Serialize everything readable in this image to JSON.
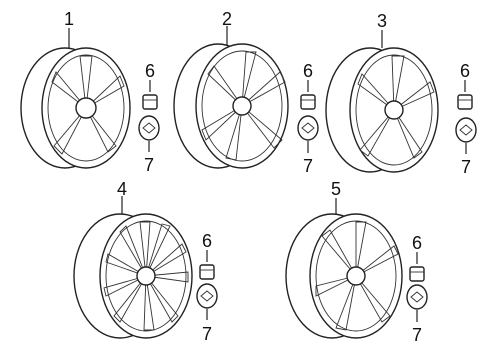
{
  "diagram": {
    "callouts": {
      "wheel_1": "1",
      "wheel_2": "2",
      "wheel_3": "3",
      "wheel_4": "4",
      "wheel_5": "5",
      "nut_a": "6",
      "nut_b": "6",
      "nut_c": "6",
      "nut_d": "6",
      "nut_e": "6",
      "cap_a": "7",
      "cap_b": "7",
      "cap_c": "7",
      "cap_d": "7",
      "cap_e": "7"
    }
  }
}
